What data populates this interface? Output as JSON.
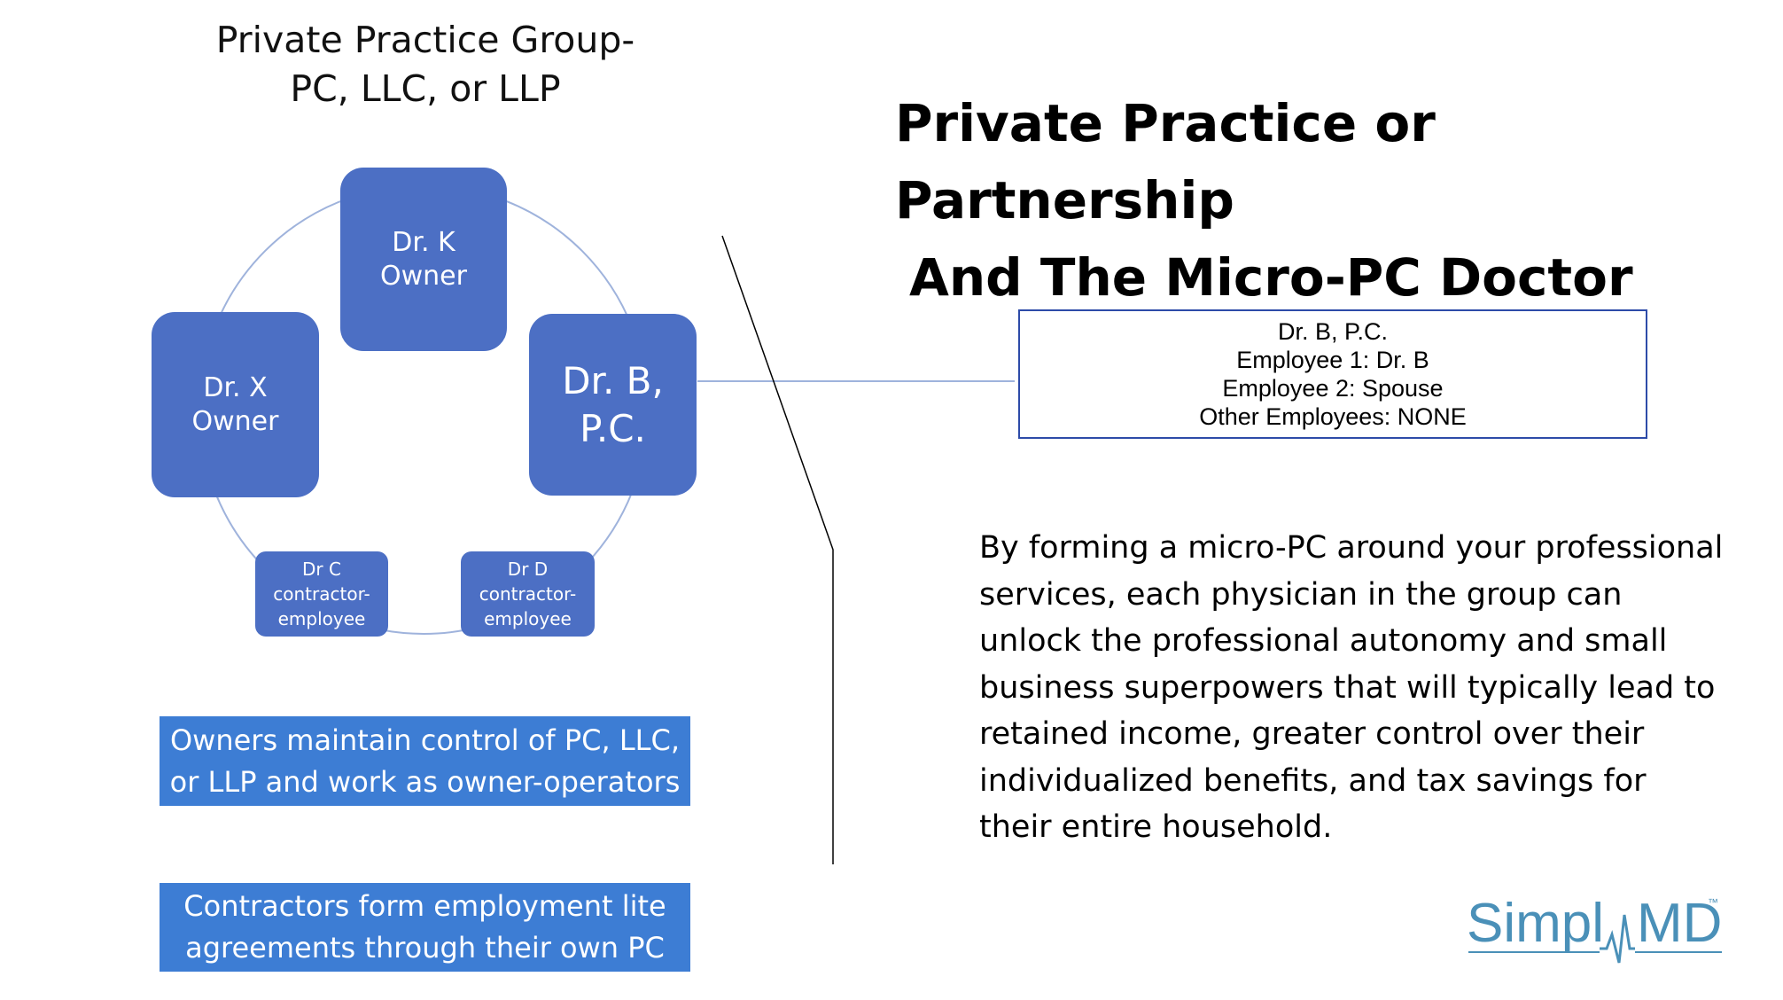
{
  "left_title": "Private Practice Group-\nPC, LLC, or LLP",
  "main_title": {
    "line1": "Private Practice or Partnership",
    "line2": "And The Micro-PC Doctor"
  },
  "nodes": {
    "dr_k": "Dr. K\nOwner",
    "dr_x": "Dr. X\nOwner",
    "dr_b": "Dr. B,\nP.C.",
    "dr_c": "Dr C\ncontractor-\nemployee",
    "dr_d": "Dr D\ncontractor-\nemployee"
  },
  "banners": {
    "owners": "Owners maintain control of PC, LLC,\nor LLP and work as owner-operators",
    "contractors": "Contractors form employment lite\nagreements through their own PC"
  },
  "info_box": {
    "line1": "Dr. B, P.C.",
    "line2": "Employee 1:  Dr. B",
    "line3": "Employee 2:  Spouse",
    "line4": "Other Employees:  NONE"
  },
  "body_text": "By forming a micro-PC around your professional services, each physician in the group can unlock the professional autonomy and small business superpowers that will typically lead to retained income, greater control over their individualized benefits, and tax savings for their entire household.",
  "logo": {
    "part1": "Simpl",
    "part2": "MD",
    "tm": "™"
  },
  "colors": {
    "node_fill": "#4c6fc4",
    "banner_fill": "#3d7dd4",
    "ring_stroke": "#9fb3dc",
    "box_border": "#2d4ba8",
    "logo_color": "#4a90b8"
  }
}
